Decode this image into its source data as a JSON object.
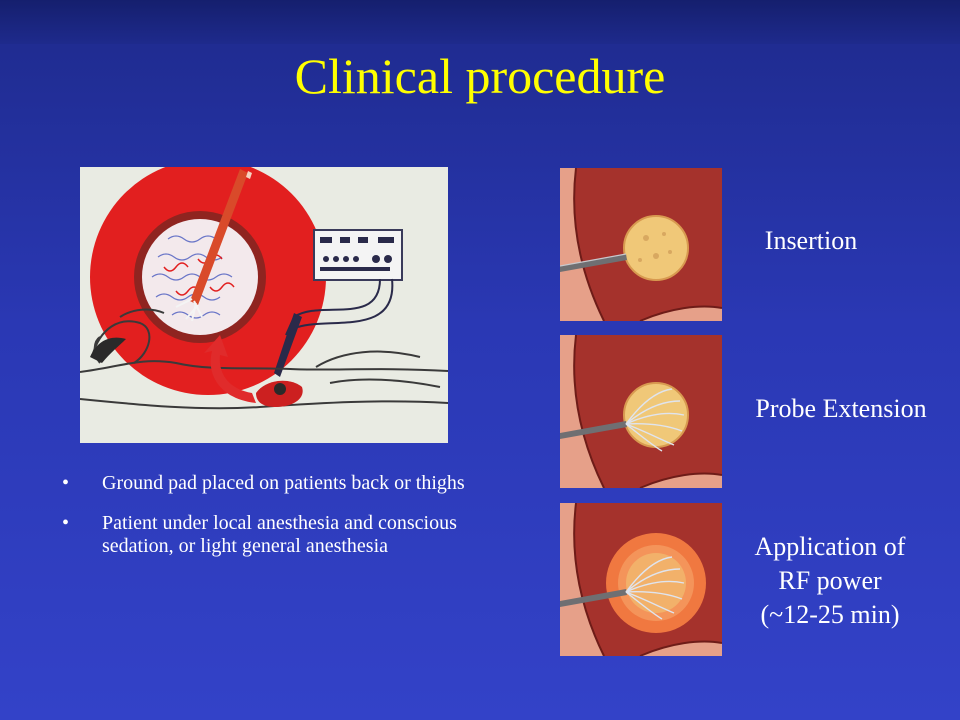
{
  "title": "Clinical procedure",
  "bullets": [
    "Ground pad placed on patients back or thighs",
    "Patient under local anesthesia and conscious sedation, or light general anesthesia"
  ],
  "steps": [
    {
      "label": "Insertion"
    },
    {
      "label": "Probe Extension"
    },
    {
      "label_lines": [
        "Application of",
        "RF power",
        "(~12-25 min)"
      ]
    }
  ],
  "colors": {
    "title": "#ffff00",
    "background": "#2a38b4",
    "liver": "#a5322c",
    "tumor": "#f0c878",
    "ablation_zone": "#f07840"
  }
}
